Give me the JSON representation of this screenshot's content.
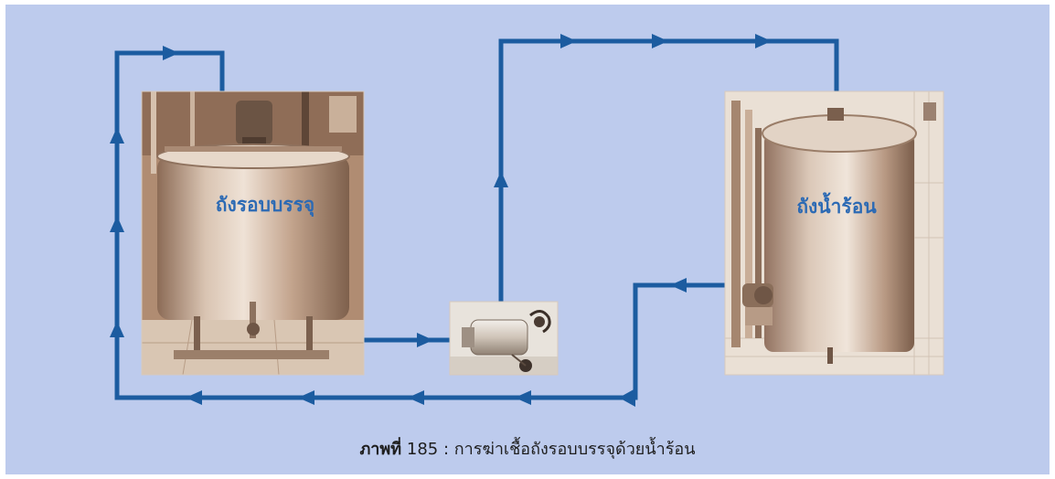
{
  "figure": {
    "tanks": {
      "filling_tank_label": "ถังรอบบรรจุ",
      "hot_water_tank_label": "ถังน้ำร้อน"
    },
    "caption": {
      "label": "ภาพที่",
      "number": "185",
      "separator": ":",
      "text": "การฆ่าเชื้อถังรอบบรรจุด้วยน้ำร้อน"
    }
  },
  "colors": {
    "panel_background": "#bdcbed",
    "flow_line": "#1c5ca0",
    "label_text": "#2c6ab4"
  }
}
